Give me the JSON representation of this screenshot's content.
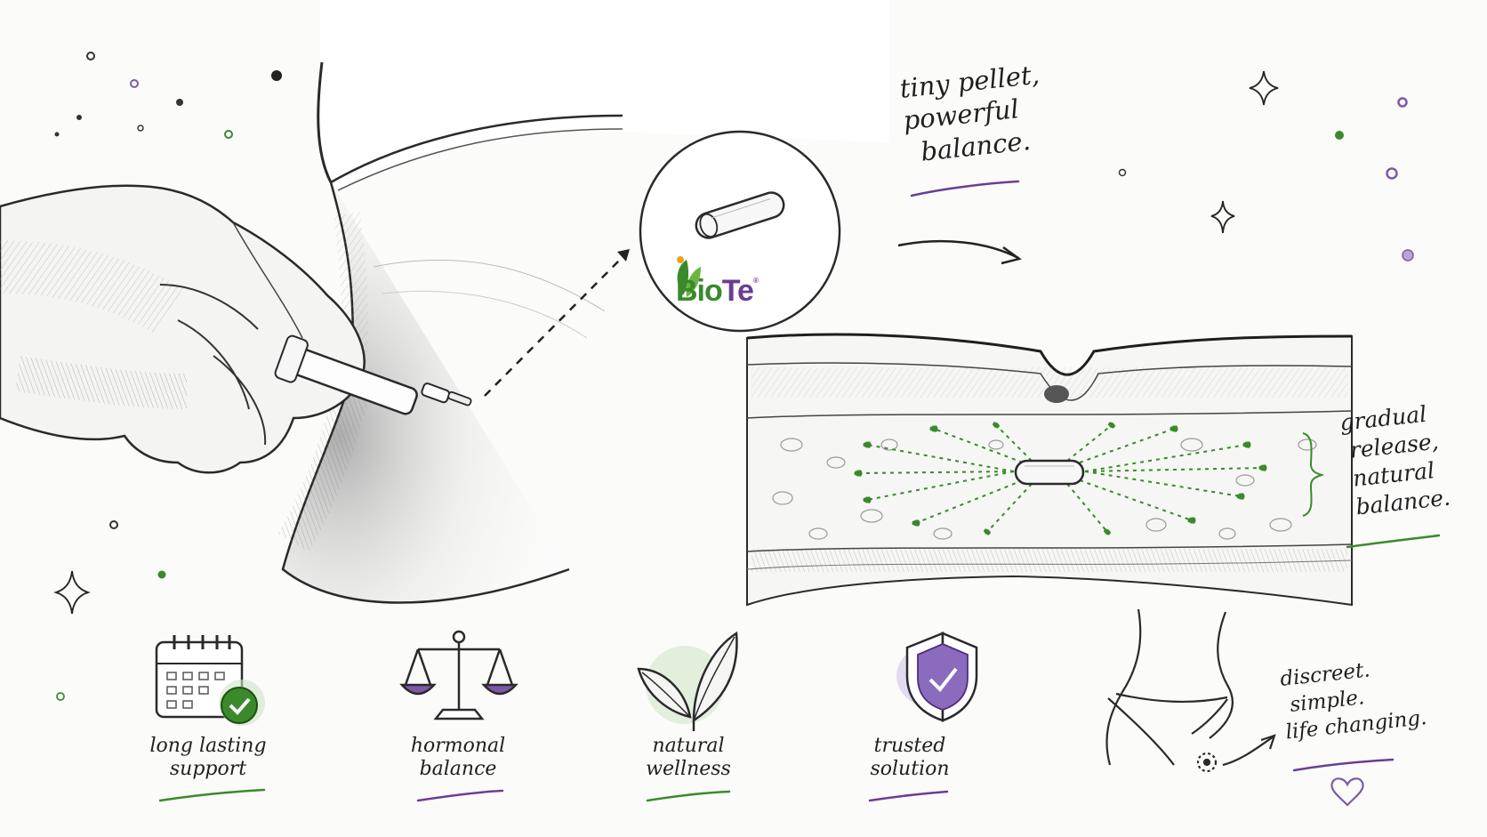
{
  "brand": {
    "logo_part1": "Bio",
    "logo_part2": "Te",
    "registered_mark": "®"
  },
  "headline": {
    "lines": [
      "tiny pellet,",
      "powerful",
      "balance."
    ]
  },
  "release_note": {
    "lines": [
      "gradual",
      "release,",
      "natural",
      "balance."
    ]
  },
  "discreet_note": {
    "lines": [
      "discreet.",
      "simple.",
      "life changing."
    ]
  },
  "features": [
    {
      "icon": "calendar-check-icon",
      "lines": [
        "long lasting",
        "support"
      ]
    },
    {
      "icon": "balance-scale-icon",
      "lines": [
        "hormonal",
        "balance"
      ]
    },
    {
      "icon": "leaves-icon",
      "lines": [
        "natural",
        "wellness"
      ]
    },
    {
      "icon": "shield-check-icon",
      "lines": [
        "trusted",
        "solution"
      ]
    }
  ],
  "colors": {
    "green": "#3a8a2b",
    "purple": "#6a3d92",
    "lavender": "#b9a6d8",
    "ink": "#1f1f1f"
  }
}
